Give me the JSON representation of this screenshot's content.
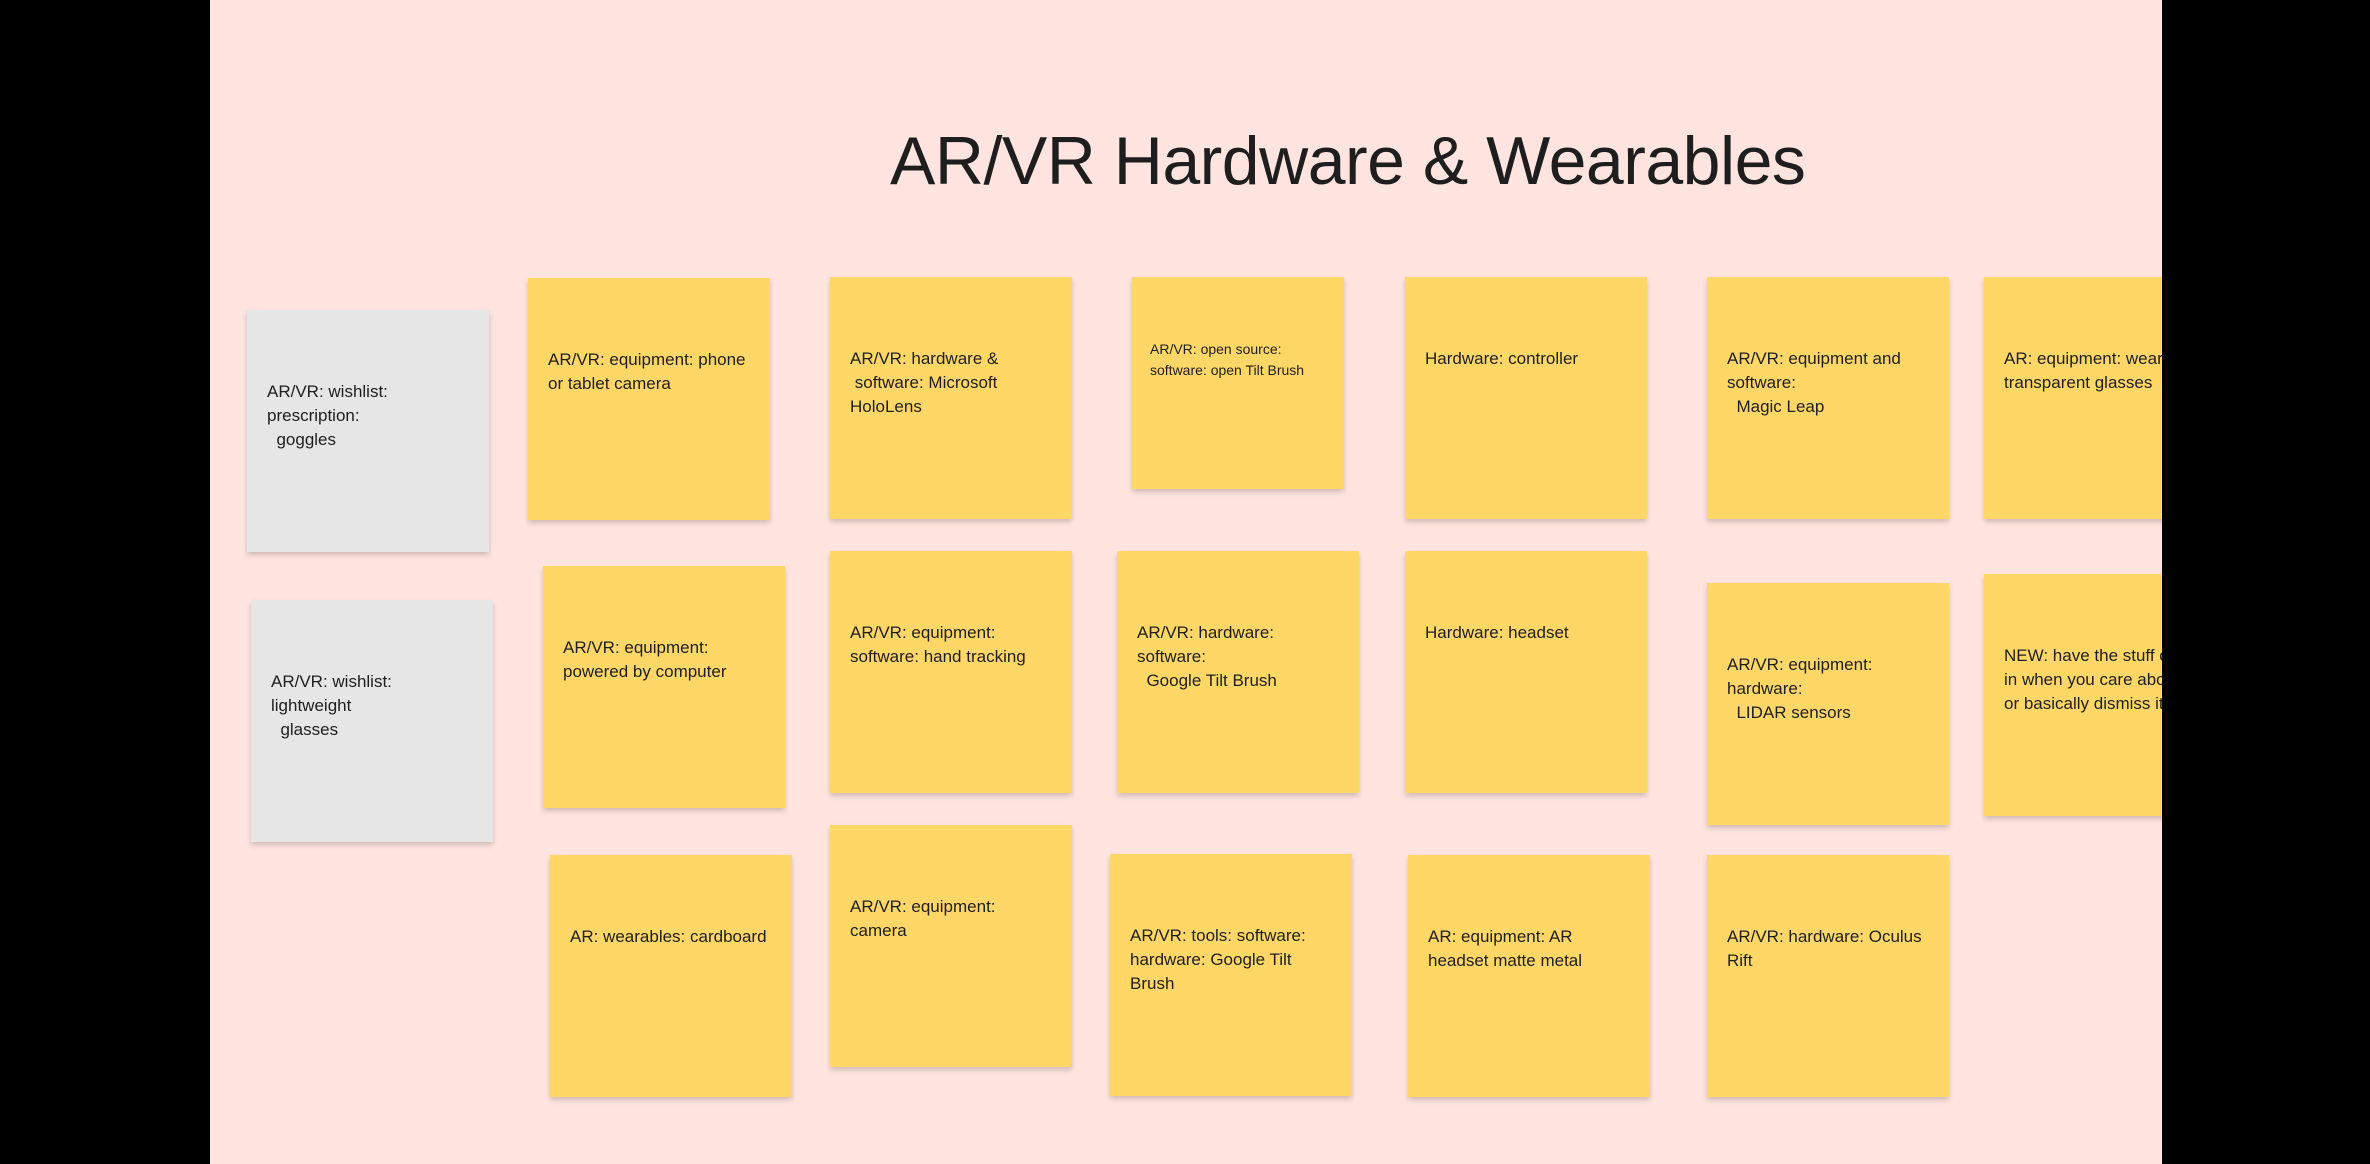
{
  "board": {
    "title": "AR/VR Hardware & Wearables",
    "background": "#ffe4df",
    "sticky_yellow": "#fed766",
    "sticky_grey": "#e6e6e6"
  },
  "stickies": {
    "s1": "AR/VR: wishlist:\nprescription:\n  goggles",
    "s2": "AR/VR: wishlist:\nlightweight\n  glasses",
    "s3": "AR/VR: equipment: phone\nor tablet camera",
    "s4": "AR/VR: equipment:\npowered by computer",
    "s5": "AR: wearables: cardboard",
    "s6": "AR/VR: hardware &\n software: Microsoft\nHoloLens",
    "s7": "AR/VR: equipment:\nsoftware: hand tracking",
    "s8": "AR/VR: equipment:\ncamera",
    "s9": "AR/VR: open source:\nsoftware: open Tilt Brush",
    "s10": "AR/VR: hardware:\nsoftware:\n  Google Tilt Brush",
    "s11": "AR/VR: tools: software:\nhardware: Google Tilt\nBrush",
    "s12": "Hardware: controller",
    "s13": "Hardware: headset",
    "s14": "AR: equipment: AR\nheadset matte metal",
    "s15": "AR/VR: equipment and\nsoftware:\n  Magic Leap",
    "s16": "AR/VR: equipment:\nhardware:\n  LIDAR sensors",
    "s17": "AR/VR: hardware: Oculus\nRift",
    "s18": "AR: equipment: wear\ntransparent glasses",
    "s19": "NEW: have the stuff c\nin when you care abo\nor basically dismiss it"
  }
}
